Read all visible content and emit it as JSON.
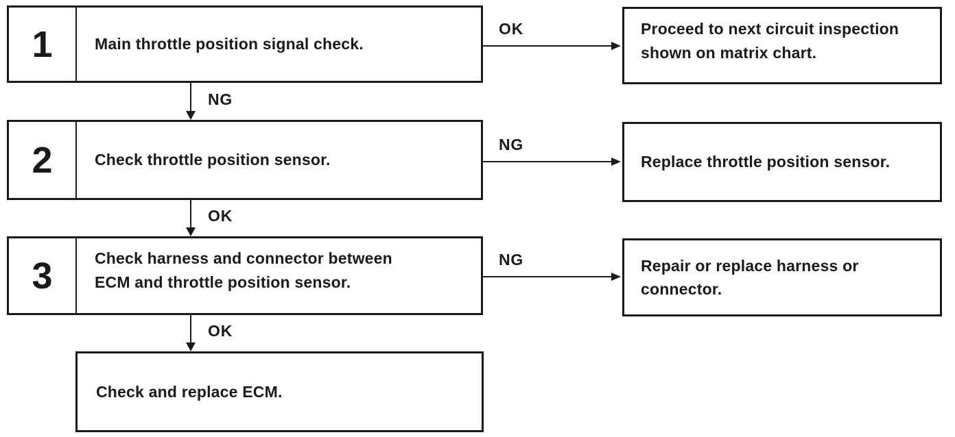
{
  "colors": {
    "ink": "#1a1a1a",
    "paper": "#ffffff"
  },
  "flowchart": {
    "steps": [
      {
        "number": "1",
        "label": "Main throttle position signal check.",
        "down_label": "NG",
        "branch_label": "OK",
        "branch_result": "Proceed to next circuit inspection shown on matrix chart."
      },
      {
        "number": "2",
        "label": "Check throttle position sensor.",
        "down_label": "OK",
        "branch_label": "NG",
        "branch_result": "Replace throttle position sensor."
      },
      {
        "number": "3",
        "label": "Check harness and connector between ECM and throttle position sensor.",
        "down_label": "OK",
        "branch_label": "NG",
        "branch_result": "Repair or replace harness or connector."
      }
    ],
    "final_step": {
      "label": "Check and replace ECM."
    }
  }
}
